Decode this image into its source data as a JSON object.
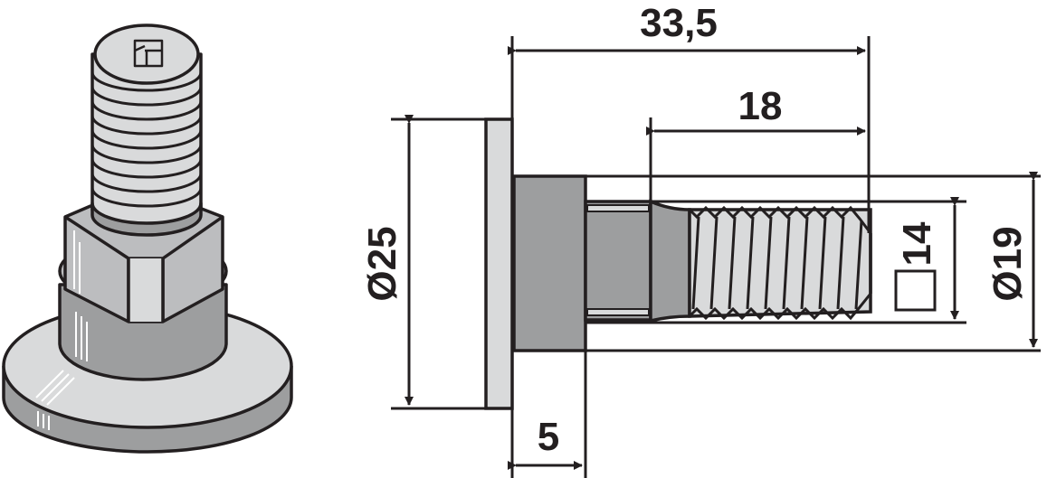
{
  "figure": {
    "subject": "Bolt with square neck and threaded shank",
    "colors": {
      "outline": "#231f20",
      "light_gray": "#d9dadb",
      "mid_gray": "#bcbdbf",
      "dark_gray": "#9d9e9f",
      "background": "#ffffff"
    }
  },
  "dimensions": {
    "overall_length": "33,5",
    "thread_length": "18",
    "head_diameter": "Ø25",
    "head_thickness": "5",
    "square_neck": "14",
    "neck_diameter": "Ø19"
  }
}
